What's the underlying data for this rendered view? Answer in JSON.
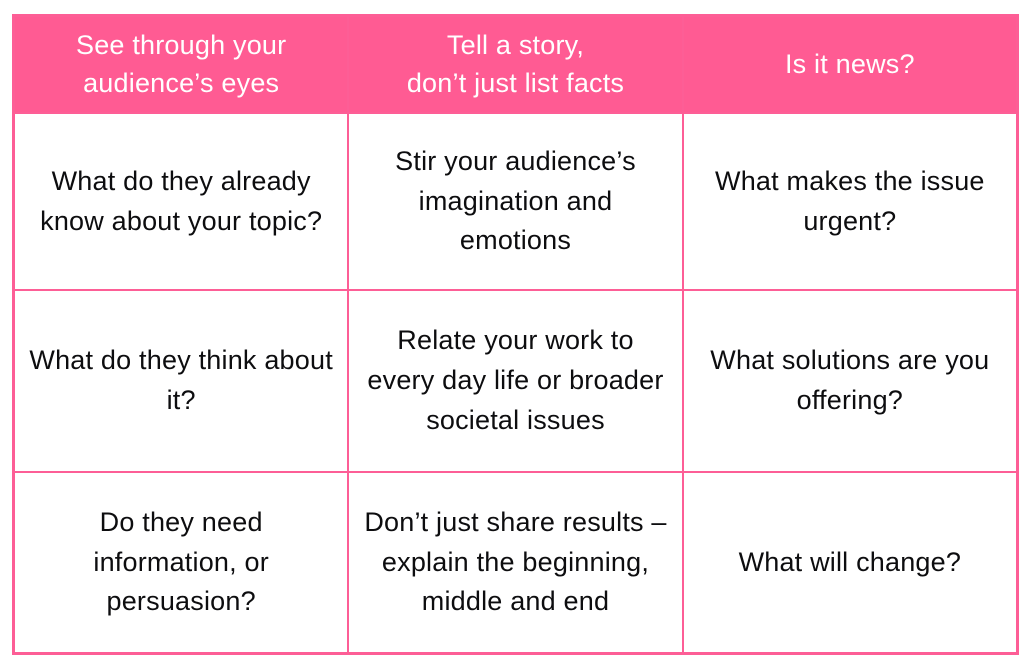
{
  "theme": {
    "header_bg": "#FF5B93",
    "border_color": "#FD5E96",
    "header_text_color": "#FFFFFF",
    "body_text_color": "#0D0D0F",
    "cell_bg": "#FFFFFF"
  },
  "table": {
    "headers": [
      "See through your audience’s eyes",
      "Tell a story,\ndon’t just list facts",
      "Is it news?"
    ],
    "rows": [
      {
        "cells": [
          "What do they already know about your topic?",
          "Stir your audience’s imagination and emotions",
          "What makes the issue urgent?"
        ]
      },
      {
        "cells": [
          "What do they think about it?",
          "Relate your work to every day life or broader societal issues",
          "What solutions are you offering?"
        ]
      },
      {
        "cells": [
          "Do they need information, or persuasion?",
          "Don’t just share results – explain the beginning, middle and end",
          "What will change?"
        ]
      }
    ]
  }
}
